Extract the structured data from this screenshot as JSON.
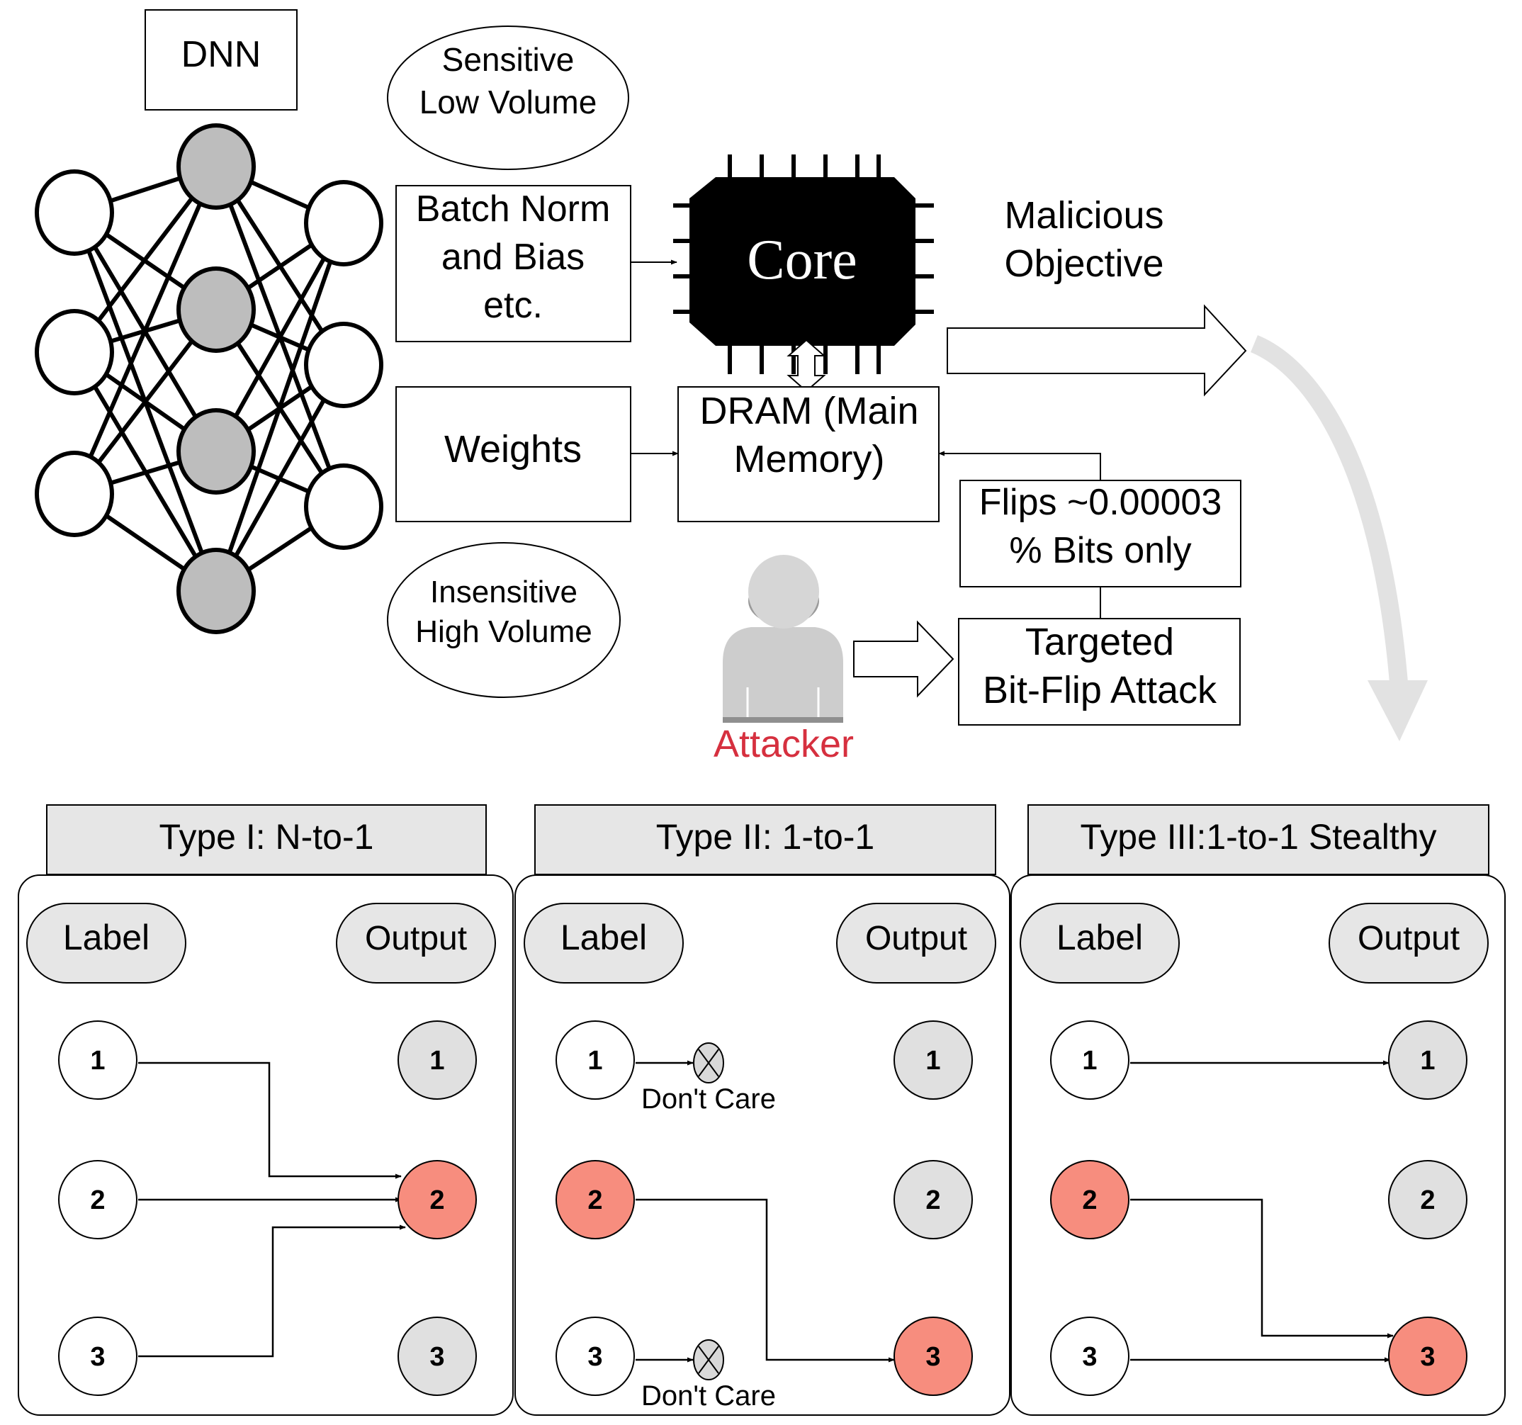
{
  "dnn": {
    "title": "DNN"
  },
  "sensitive": {
    "line1": "Sensitive",
    "line2": "Low Volume"
  },
  "insensitive": {
    "line1": "Insensitive",
    "line2": "High Volume"
  },
  "batch_norm": {
    "line1": "Batch Norm",
    "line2": "and Bias",
    "line3": "etc."
  },
  "weights": {
    "label": "Weights"
  },
  "core": {
    "label": "Core"
  },
  "dram": {
    "line1": "DRAM (Main",
    "line2": "Memory)"
  },
  "malicious": {
    "line1": "Malicious",
    "line2": "Objective"
  },
  "flips": {
    "line1": "Flips ~0.00003",
    "line2": "% Bits only"
  },
  "attack": {
    "line1": "Targeted",
    "line2": "Bit-Flip Attack"
  },
  "attacker": {
    "label": "Attacker",
    "color": "#d6303f"
  },
  "colors": {
    "target": "#f78d7e",
    "output": "#e0e0e0",
    "hidden": "#bdbdbd",
    "header": "#e6e6e6",
    "big_arrow": "#e2e2e2"
  },
  "panels": [
    {
      "title": "Type I: N-to-1",
      "label_header": "Label",
      "output_header": "Output",
      "labels": [
        "1",
        "2",
        "3"
      ],
      "outputs": [
        "1",
        "2",
        "3"
      ]
    },
    {
      "title": "Type II: 1-to-1",
      "label_header": "Label",
      "output_header": "Output",
      "labels": [
        "1",
        "2",
        "3"
      ],
      "outputs": [
        "1",
        "2",
        "3"
      ],
      "dont_care": "Don't Care"
    },
    {
      "title": "Type III:1-to-1 Stealthy",
      "label_header": "Label",
      "output_header": "Output",
      "labels": [
        "1",
        "2",
        "3"
      ],
      "outputs": [
        "1",
        "2",
        "3"
      ]
    }
  ]
}
